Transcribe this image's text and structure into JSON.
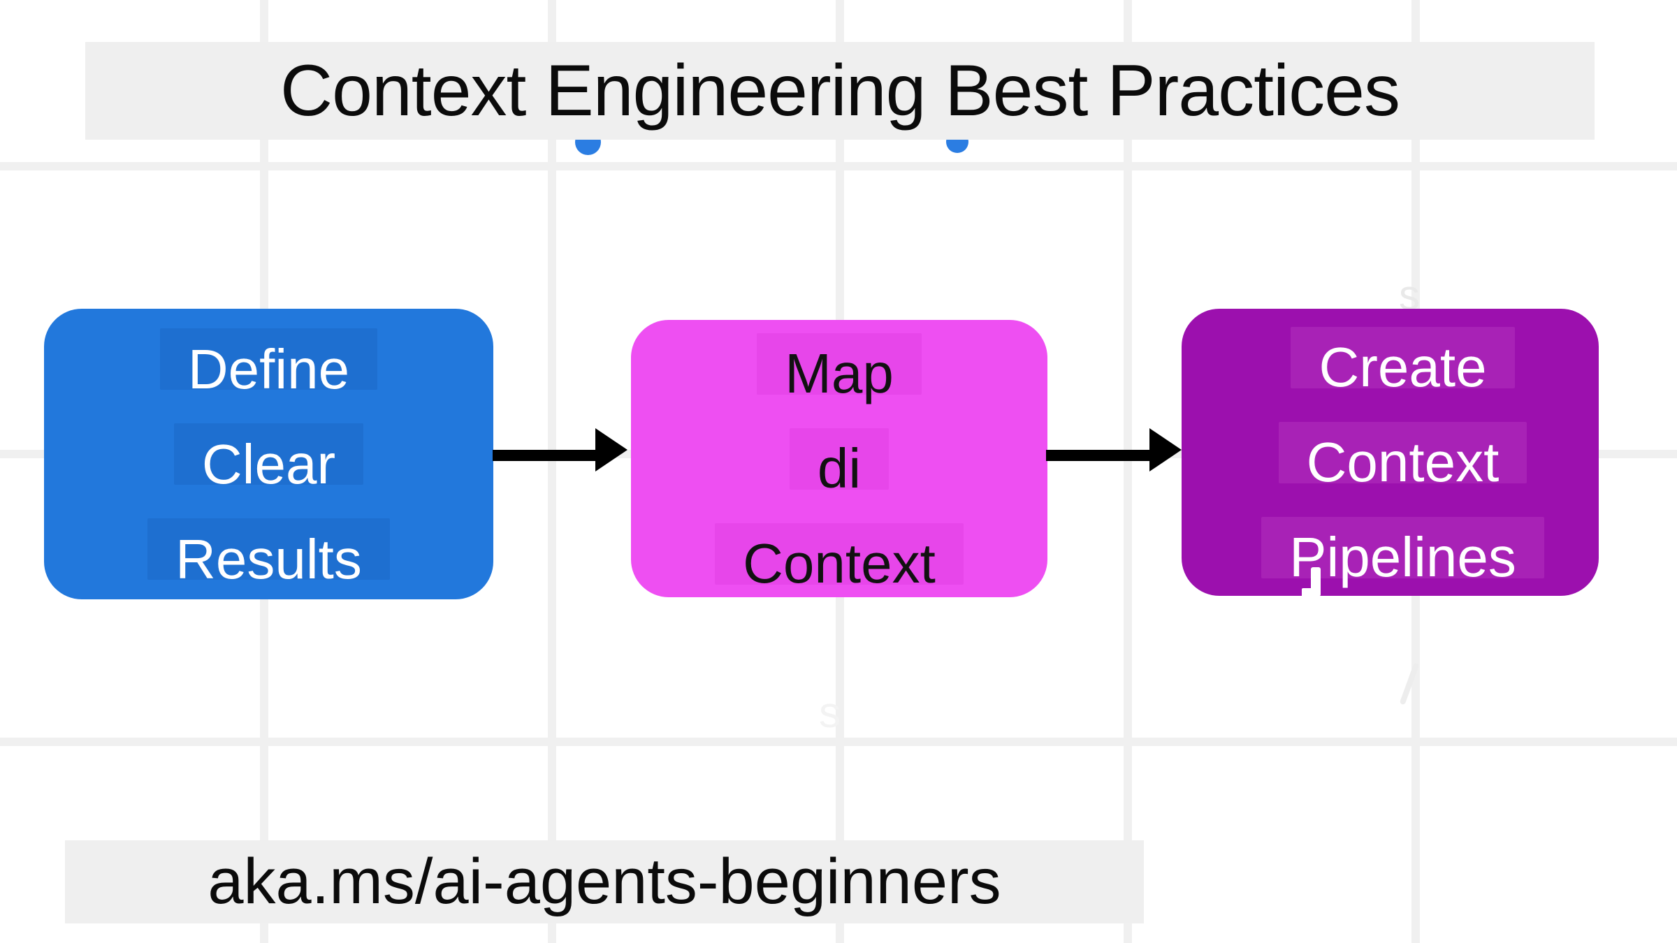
{
  "title": {
    "text": "Context Engineering Best Practices"
  },
  "footer": {
    "text": "aka.ms/ai-agents-beginners"
  },
  "flow": {
    "boxes": [
      {
        "id": "define-clear-results",
        "fill_color": "#2278dc",
        "chip_color": "#1e6fd0",
        "text_color": "#ffffff",
        "lines": [
          "Define",
          "Clear",
          "Results"
        ]
      },
      {
        "id": "map-di-context",
        "fill_color": "#ee4ff2",
        "chip_color": "#e746ea",
        "text_color": "#111111",
        "lines": [
          "Map",
          "di",
          "Context"
        ]
      },
      {
        "id": "create-context-pipelines",
        "fill_color": "#9c10ae",
        "chip_color": "#a822b6",
        "text_color": "#ffffff",
        "lines": [
          "Create",
          "Context",
          "Pipelines"
        ]
      }
    ],
    "arrow_color": "#000000"
  },
  "background": {
    "page_color": "#ffffff",
    "grid_color": "#f0f0f0",
    "band_color": "#efefef",
    "speck_color": "#2b7de2"
  },
  "artifacts": {
    "top_right_fragment": "s",
    "bottom_center_fragment": "s"
  }
}
